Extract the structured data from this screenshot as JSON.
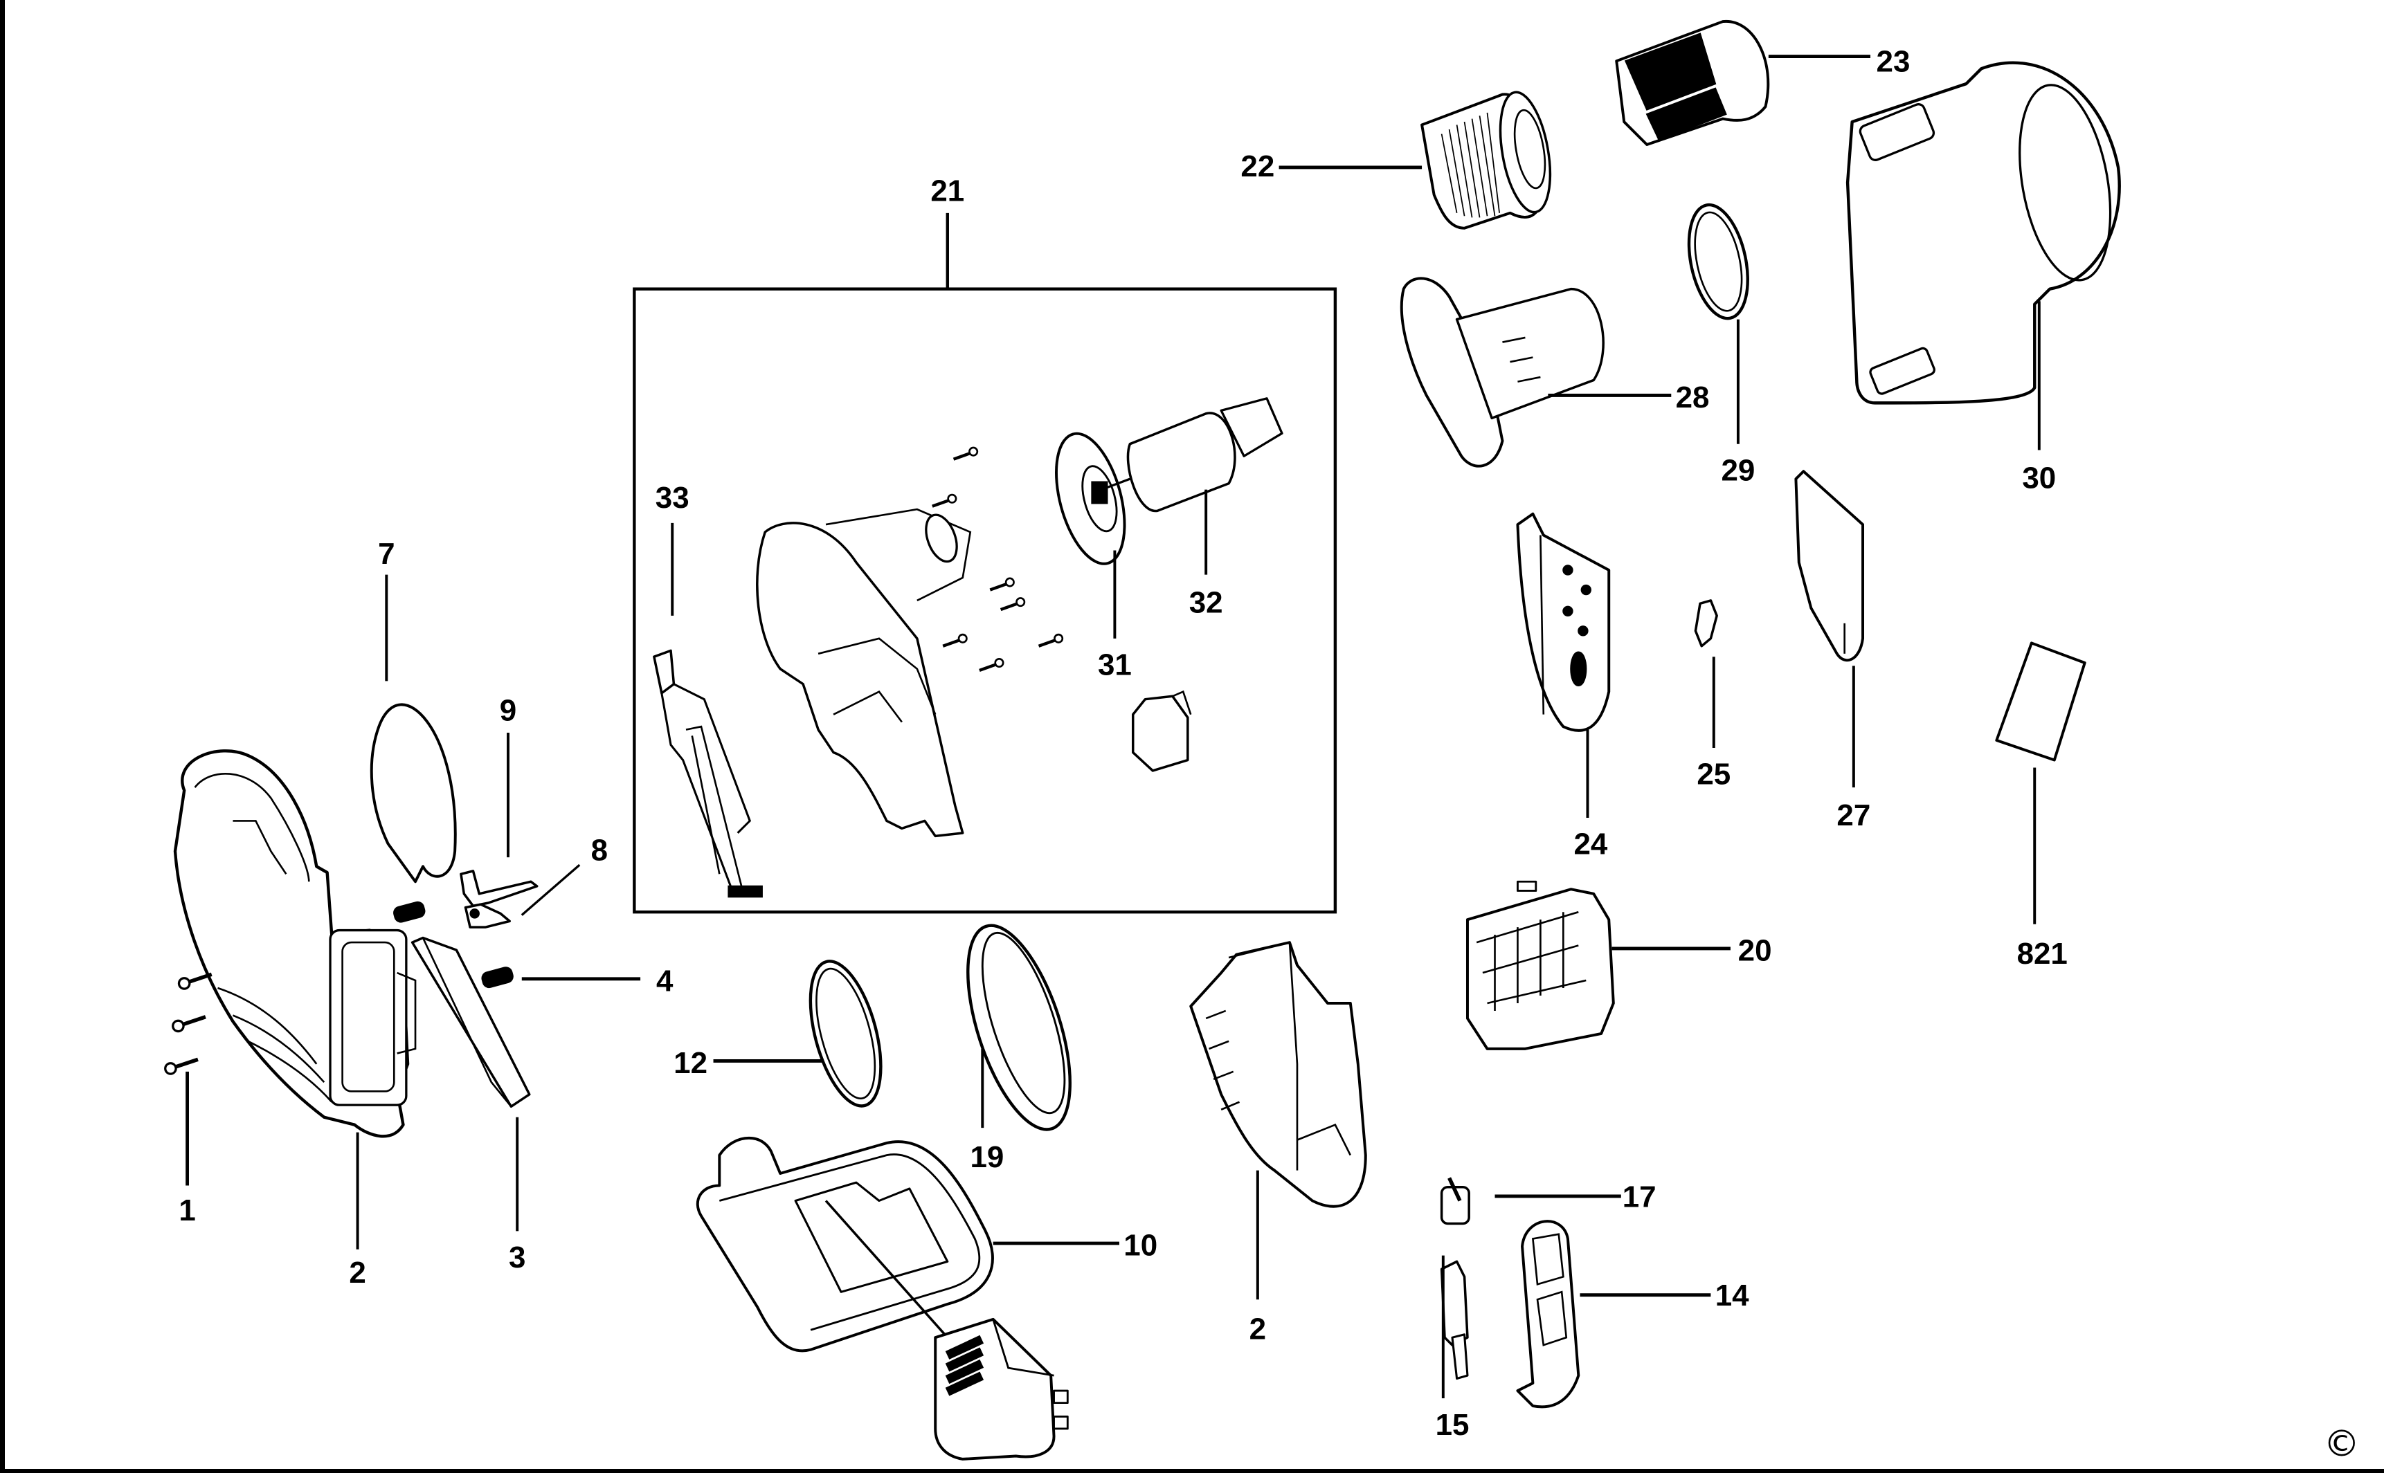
{
  "diagram": {
    "title": "Exploded parts diagram — handheld vacuum",
    "assembly_label": "21",
    "copyright_symbol": "©",
    "parts": [
      {
        "id": "p1",
        "label": "1",
        "name": "screws"
      },
      {
        "id": "p2a",
        "label": "2",
        "name": "housing-half-left"
      },
      {
        "id": "p3",
        "label": "3",
        "name": "foam-pad"
      },
      {
        "id": "p4",
        "label": "4",
        "name": "spring"
      },
      {
        "id": "p7",
        "label": "7",
        "name": "seal-ring"
      },
      {
        "id": "p8",
        "label": "8",
        "name": "latch"
      },
      {
        "id": "p9",
        "label": "9",
        "name": "lever"
      },
      {
        "id": "p10",
        "label": "10",
        "name": "charging-base-with-adapter"
      },
      {
        "id": "p12",
        "label": "12",
        "name": "o-ring"
      },
      {
        "id": "p19",
        "label": "19",
        "name": "ring-frame"
      },
      {
        "id": "p2b",
        "label": "2",
        "name": "housing-half-right"
      },
      {
        "id": "p21",
        "label": "21",
        "name": "motor-assembly"
      },
      {
        "id": "p33",
        "label": "33",
        "name": "switch-with-wiring"
      },
      {
        "id": "p31",
        "label": "31",
        "name": "fan"
      },
      {
        "id": "p32",
        "label": "32",
        "name": "motor"
      },
      {
        "id": "p22",
        "label": "22",
        "name": "pleated-filter"
      },
      {
        "id": "p23",
        "label": "23",
        "name": "filter-cartridge"
      },
      {
        "id": "p28",
        "label": "28",
        "name": "filter-cage"
      },
      {
        "id": "p29",
        "label": "29",
        "name": "gasket"
      },
      {
        "id": "p30",
        "label": "30",
        "name": "dust-bowl"
      },
      {
        "id": "p24",
        "label": "24",
        "name": "side-cover"
      },
      {
        "id": "p25",
        "label": "25",
        "name": "clip"
      },
      {
        "id": "p27",
        "label": "27",
        "name": "side-panel"
      },
      {
        "id": "p821",
        "label": "821",
        "name": "label-plate"
      },
      {
        "id": "p20",
        "label": "20",
        "name": "battery-pack"
      },
      {
        "id": "p17",
        "label": "17",
        "name": "button"
      },
      {
        "id": "p14",
        "label": "14",
        "name": "switch-cover"
      },
      {
        "id": "p15",
        "label": "15",
        "name": "slider"
      }
    ]
  }
}
